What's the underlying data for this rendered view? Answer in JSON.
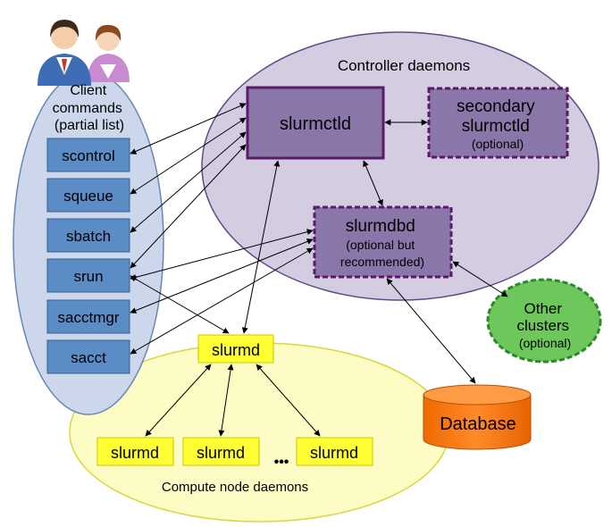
{
  "client": {
    "label_lines": [
      "Client",
      "commands",
      "(partial list)"
    ],
    "commands": [
      "scontrol",
      "squeue",
      "sbatch",
      "srun",
      "sacctmgr",
      "sacct"
    ]
  },
  "controller": {
    "region_label": "Controller daemons",
    "slurmctld": "slurmctld",
    "secondary_lines": [
      "secondary",
      "slurmctld",
      "(optional)"
    ],
    "slurmdbd_lines": [
      "slurmdbd",
      "(optional but",
      "recommended)"
    ]
  },
  "compute": {
    "region_label": "Compute node daemons",
    "head_node": "slurmd",
    "nodes": [
      "slurmd",
      "slurmd",
      "slurmd"
    ],
    "ellipsis": "•••"
  },
  "other_clusters_lines": [
    "Other",
    "clusters",
    "(optional)"
  ],
  "database_label": "Database",
  "colors": {
    "client_region": "#ccd7ec",
    "client_box": "#5b8cc6",
    "controller_region": "#d4cde2",
    "daemon_box": "#8a76a8",
    "compute_region": "#fdfcc4",
    "slurmd_box": "#ffff33",
    "other_clusters": "#6dc75a",
    "database": "#ff7d11"
  },
  "icons": [
    "users-icon",
    "database-icon"
  ]
}
